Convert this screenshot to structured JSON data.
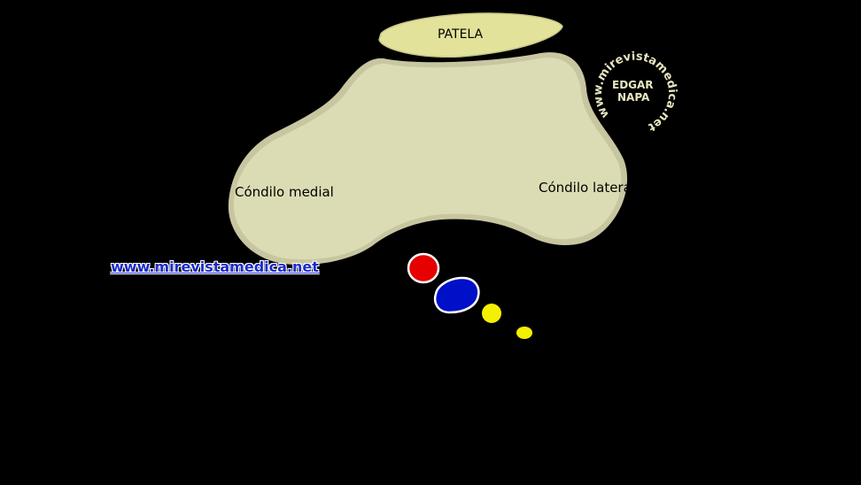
{
  "labels": {
    "patella": "PATELA",
    "medial_condyle": "Cóndilo medial",
    "lateral_condyle": "Cóndilo lateral"
  },
  "website_link": "www.mirevistamedica.net",
  "seal": {
    "arc_text": "www.mirevistamedica.net",
    "name_line1": "EDGAR",
    "name_line2": "NAPA"
  },
  "colors": {
    "background": "#000000",
    "bone_fill": "#dcdcb4",
    "bone_edge": "#c8c6a0",
    "patella_fill": "#e2e29a",
    "artery": "#e60000",
    "vein": "#0010c8",
    "nerve": "#f5f000",
    "vessel_outline": "#ffffff",
    "link": "#1b2bc9"
  }
}
